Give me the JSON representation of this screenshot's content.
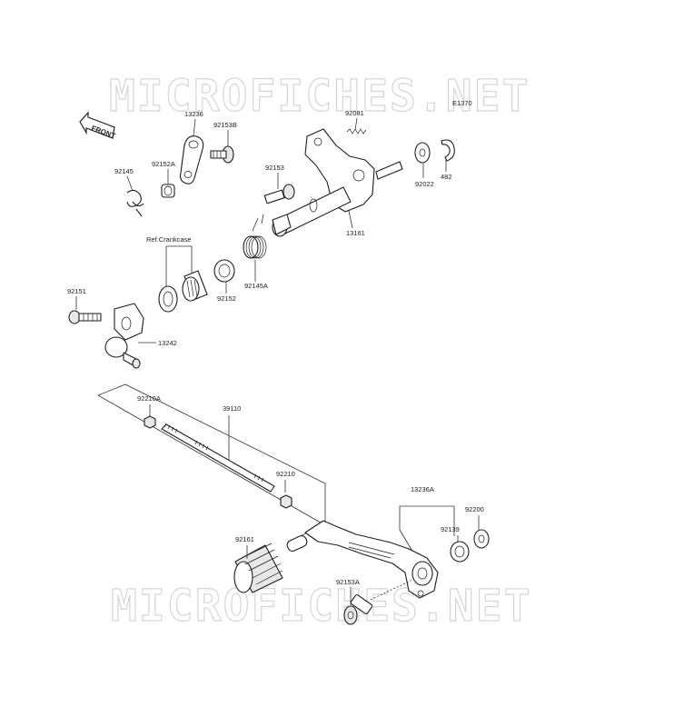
{
  "watermark": "MICROFICHES.NET",
  "diagram_code": "E1370",
  "front_label": "FRONT",
  "crankcase_ref": "Ref.Crankcase",
  "callouts": {
    "p13236": "13236",
    "p92153B": "92153B",
    "p92081": "92081",
    "p92152A": "92152A",
    "p92145": "92145",
    "p92153": "92153",
    "p482": "482",
    "p92022": "92022",
    "p13161": "13161",
    "p92145A": "92145A",
    "p92152": "92152",
    "p92151": "92151",
    "p13242": "13242",
    "p92210A": "92210A",
    "p39110": "39110",
    "p92210": "92210",
    "p13236A": "13236A",
    "p92200": "92200",
    "p92139": "92139",
    "p92161": "92161",
    "p92153A": "92153A"
  }
}
